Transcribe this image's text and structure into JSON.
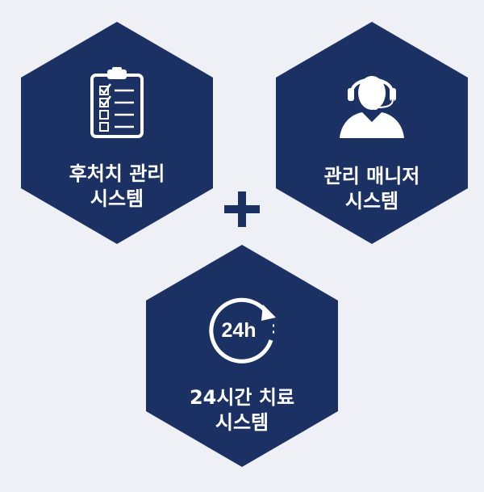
{
  "colors": {
    "background": "#eff0f5",
    "hexagon": "#1c3163",
    "plus": "#1c3163",
    "text": "#ffffff"
  },
  "hexagons": [
    {
      "icon": "clipboard-checklist-icon",
      "line1": "후처치 관리",
      "line2": "시스템"
    },
    {
      "icon": "headset-operator-icon",
      "line1": "관리 매니저",
      "line2": "시스템"
    },
    {
      "icon": "24h-cycle-icon",
      "icon_text": "24h",
      "line1": "24시간 치료",
      "line2": "시스템"
    }
  ],
  "connector": "plus-icon"
}
